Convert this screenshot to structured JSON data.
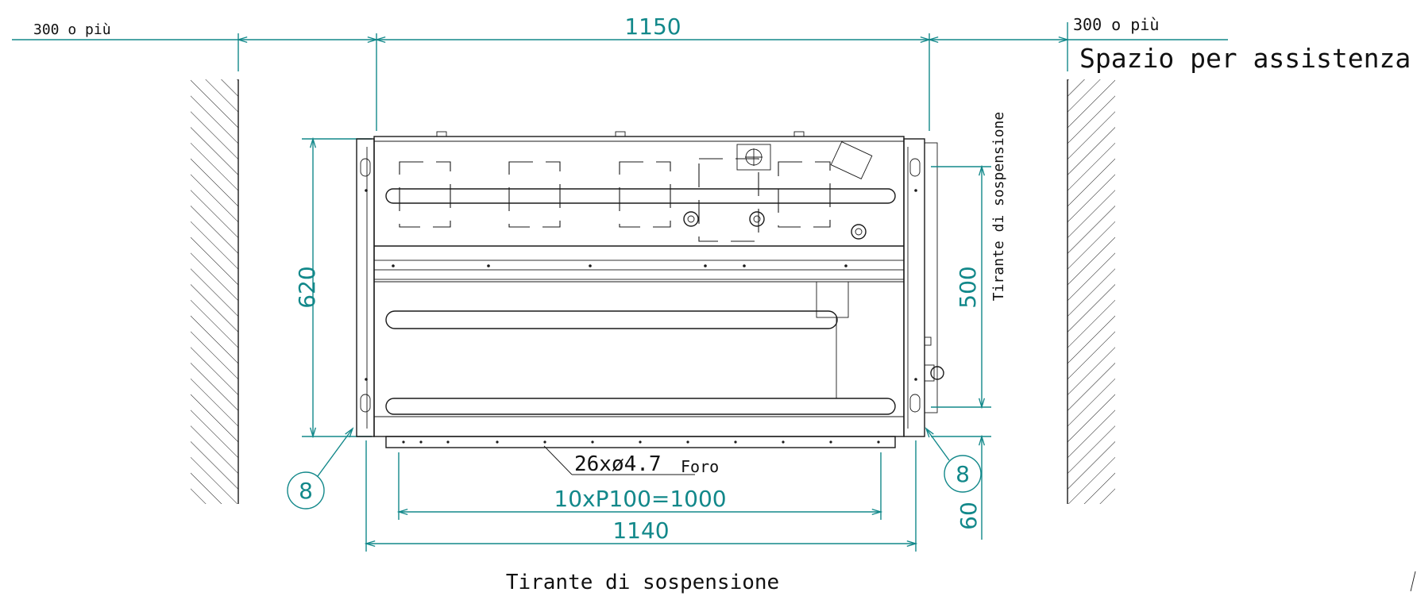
{
  "labels": {
    "clearance_left": "300 o più",
    "clearance_right": "300 o più",
    "service_space": "Spazio per assistenza",
    "hanger_rod_bottom": "Tirante di sospensione",
    "hanger_rod_side": "Tirante di sospensione",
    "holes": "26xø4.7",
    "holes_suffix": "Foro"
  },
  "dimensions": {
    "overall_width": "1150",
    "depth": "620",
    "rod_spacing_depth": "500",
    "pitch": "10xP100=1000",
    "rod_spacing_width": "1140",
    "offset": "60",
    "callout_left": "8",
    "callout_right": "8"
  },
  "colors": {
    "dimension": "#12888a",
    "outline": "#1a1a1a"
  }
}
